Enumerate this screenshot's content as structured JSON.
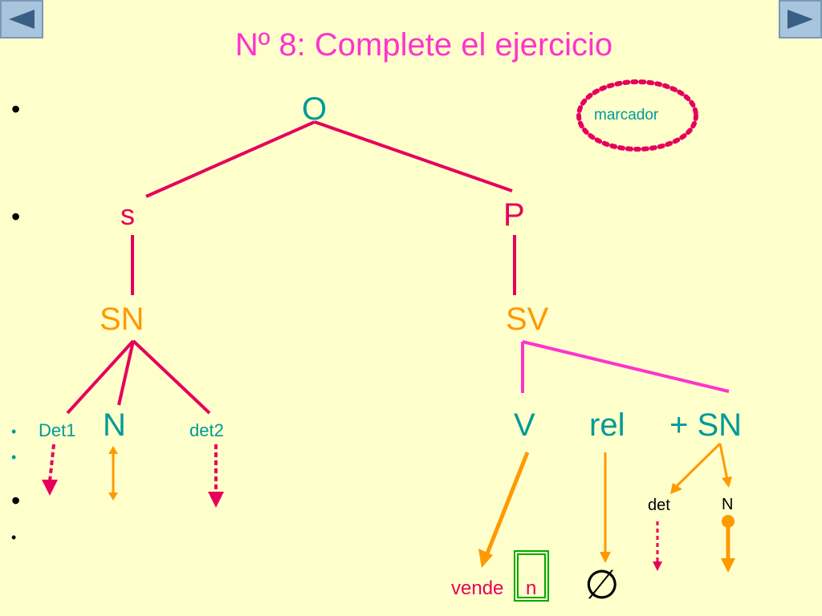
{
  "slide": {
    "title": "Nº 8: Complete el ejercicio",
    "nav": {
      "prev_icon": "triangle-left-icon",
      "next_icon": "triangle-right-icon"
    }
  },
  "tree": {
    "root": "O",
    "subject": "s",
    "predicate": "P",
    "np": "SN",
    "vp": "SV",
    "det1": "Det1",
    "noun": "N",
    "det2": "det2",
    "verb": "V",
    "rel": "rel",
    "plus_np": "+ SN",
    "det": "det",
    "n_small": "N",
    "marker": "marcador",
    "word_stem": "vende",
    "word_suffix": "n",
    "empty": "∅"
  },
  "colors": {
    "background": "#ffffcc",
    "title": "#ff33cc",
    "teal": "#009999",
    "crimson": "#e6005c",
    "orange": "#ff9900",
    "magenta": "#ff33cc",
    "green": "#00aa00"
  }
}
